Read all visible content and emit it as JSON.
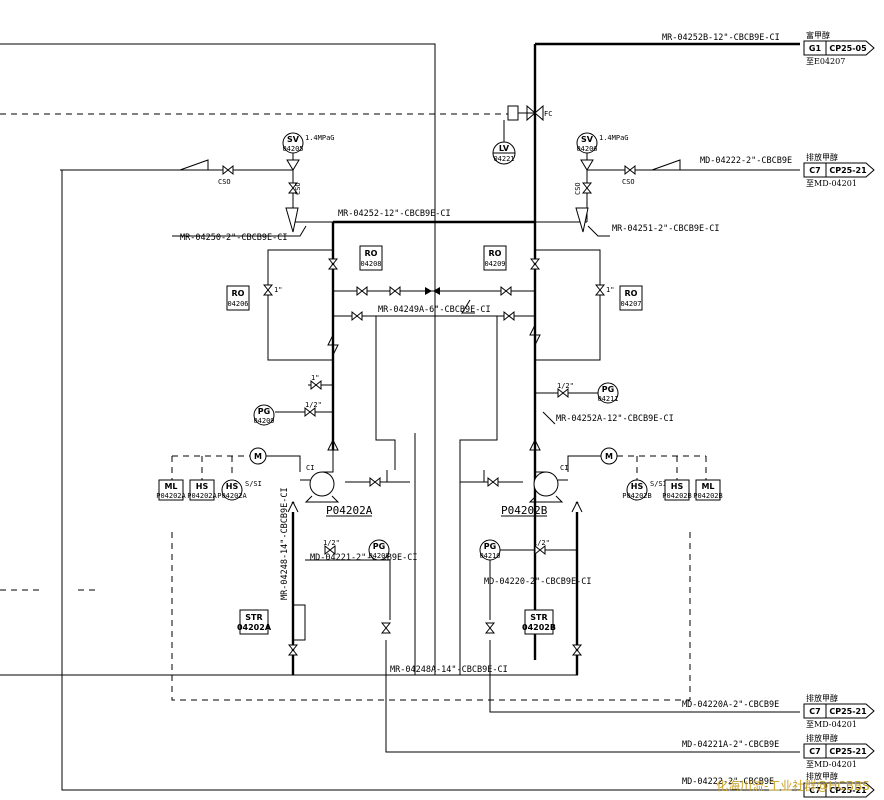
{
  "pumps": {
    "a": "P04202A",
    "b": "P04202B"
  },
  "lines": {
    "top_out": "MR-04252B-12\"-CBCB9E-CI",
    "header": "MR-04252-12\"-CBCB9E-CI",
    "min_flow": "MR-04249A-6\"-CBCB9E-CI",
    "rv_left": "MR-04250-2\"-CBCB9E-CI",
    "rv_right": "MR-04251-2\"-CBCB9E-CI",
    "drain_right_top": "MD-04222-2\"-CBCB9E",
    "disch_b": "MR-04252A-12\"-CBCB9E-CI",
    "suction_a": "MR-04248-14\"-CBCB9E-CI",
    "drain_a": "MD-04221-2\"-CBCB9E-CI",
    "drain_b": "MD-04220-2\"-CBCB9E-CI",
    "suction_header": "MR-04248A-14\"-CBCB9E-CI",
    "out1": "MD-04220A-2\"-CBCB9E",
    "out2": "MD-04221A-2\"-CBCB9E",
    "out3": "MD-04222-2\"-CBCB9E"
  },
  "instruments": {
    "sv_a": {
      "tag": "SV",
      "num": "04205",
      "set": "1.4MPaG"
    },
    "sv_b": {
      "tag": "SV",
      "num": "04206",
      "set": "1.4MPaG"
    },
    "lv": {
      "tag": "LV",
      "num": "04221"
    },
    "fc": "FC",
    "ro_1": {
      "tag": "RO",
      "num": "04208"
    },
    "ro_2": {
      "tag": "RO",
      "num": "04209"
    },
    "ro_3": {
      "tag": "RO",
      "num": "04206"
    },
    "ro_4": {
      "tag": "RO",
      "num": "04207"
    },
    "pg_1": {
      "tag": "PG",
      "num": "04209"
    },
    "pg_2": {
      "tag": "PG",
      "num": "04211"
    },
    "pg_3": {
      "tag": "PG",
      "num": "04208"
    },
    "pg_4": {
      "tag": "PG",
      "num": "04210"
    },
    "motor": "M",
    "cso": "CSO",
    "csc": "CSO",
    "ci": "CI",
    "s_si": "S/SI",
    "ml_a": {
      "tag": "ML",
      "num": "P04202A"
    },
    "hs_a1": {
      "tag": "HS",
      "num": "P04202A"
    },
    "hs_a2": {
      "tag": "HS",
      "num": "P04202A"
    },
    "ml_b": {
      "tag": "ML",
      "num": "P04202B"
    },
    "hs_b1": {
      "tag": "HS",
      "num": "P04202B"
    },
    "hs_b2": {
      "tag": "HS",
      "num": "P04202B"
    },
    "str_a": {
      "tag": "STR",
      "num": "04202A"
    },
    "str_b": {
      "tag": "STR",
      "num": "04202B"
    }
  },
  "sizes": {
    "one": "1\"",
    "half": "1/2\""
  },
  "offpage": {
    "o1": {
      "desc": "富甲醇",
      "code": "G1",
      "ref": "CP25-05",
      "dest": "至E04207"
    },
    "o2": {
      "desc": "排放甲醇",
      "code": "C7",
      "ref": "CP25-21",
      "dest": "至MD-04201"
    },
    "o3": {
      "desc": "排放甲醇",
      "code": "C7",
      "ref": "CP25-21",
      "dest": "至MD-04201"
    },
    "o4": {
      "desc": "排放甲醇",
      "code": "C7",
      "ref": "CP25-21",
      "dest": "至MD-04201"
    },
    "o5": {
      "desc": "排放甲醇",
      "code": "C7",
      "ref": "CP25-21"
    }
  },
  "watermark": "化海川流-工业社群@HCBBS"
}
